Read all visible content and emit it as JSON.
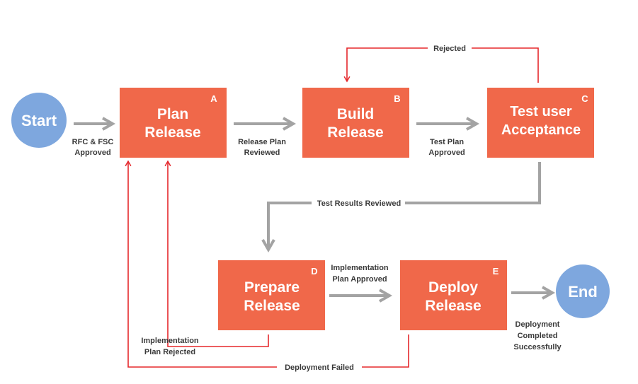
{
  "colors": {
    "box": "#f0684a",
    "terminal": "#7ea7de",
    "flow_arrow": "#a3a3a3",
    "reject_arrow": "#e5282c",
    "label_text": "#3a3a3a"
  },
  "terminals": {
    "start": "Start",
    "end": "End"
  },
  "steps": [
    {
      "id": "A",
      "letter": "A",
      "title": [
        "Plan",
        "Release"
      ]
    },
    {
      "id": "B",
      "letter": "B",
      "title": [
        "Build",
        "Release"
      ]
    },
    {
      "id": "C",
      "letter": "C",
      "title": [
        "Test user",
        "Acceptance"
      ]
    },
    {
      "id": "D",
      "letter": "D",
      "title": [
        "Prepare",
        "Release"
      ]
    },
    {
      "id": "E",
      "letter": "E",
      "title": [
        "Deploy",
        "Release"
      ]
    }
  ],
  "edges": {
    "start_to_a": [
      "RFC & FSC",
      "Approved"
    ],
    "a_to_b": [
      "Release Plan",
      "Reviewed"
    ],
    "b_to_c": [
      "Test Plan",
      "Approved"
    ],
    "c_to_d": [
      "Test Results Reviewed"
    ],
    "d_to_e": [
      "Implementation",
      "Plan Approved"
    ],
    "e_to_end": [
      "Deployment",
      "Completed",
      "Successfully"
    ],
    "c_rejected_to_b": [
      "Rejected"
    ],
    "d_rejected_to_a": [
      "Implementation",
      "Plan Rejected"
    ],
    "e_failed_to_a": [
      "Deployment Failed"
    ]
  }
}
